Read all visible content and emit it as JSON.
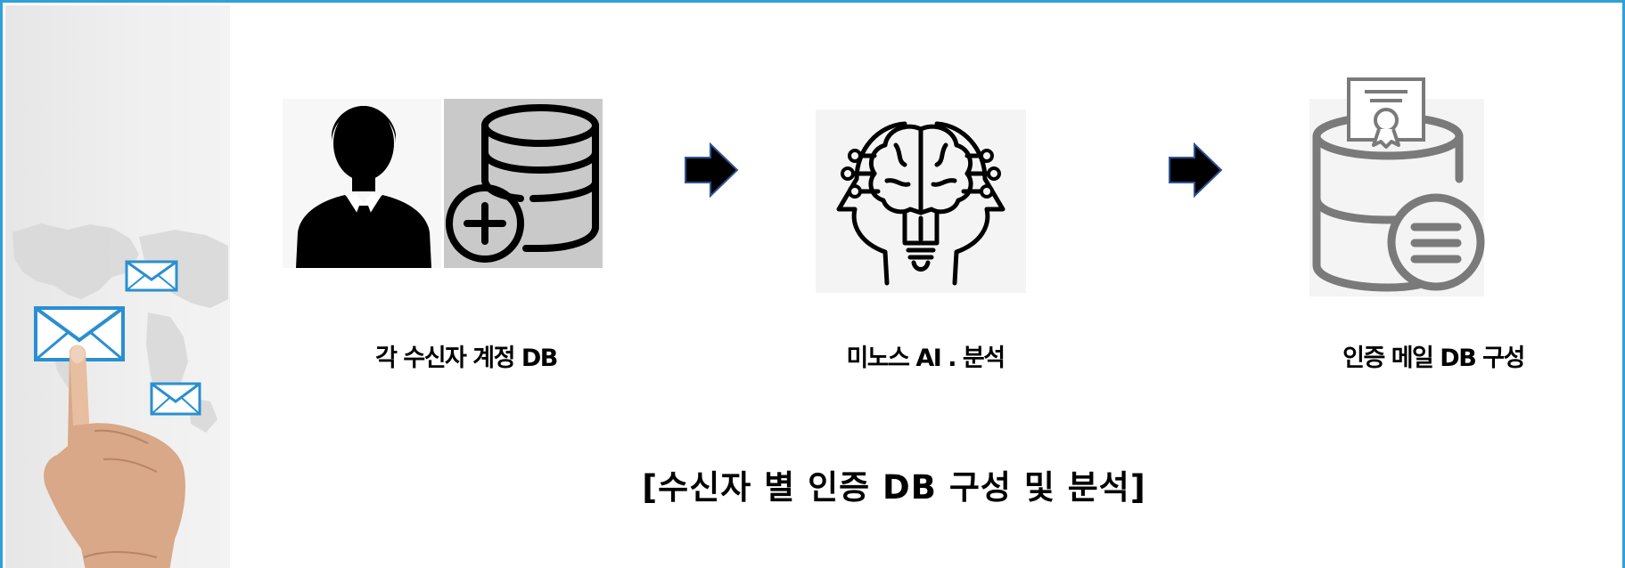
{
  "colors": {
    "frame_border": "#2fa0d8",
    "arrow_fill": "#000000",
    "arrow_outline": "#2f5597",
    "icon_gray": "#7a7a7a"
  },
  "sidebar": {
    "image": "hand-touching-mail-icons-over-world-map"
  },
  "steps": [
    {
      "caption": "각 수신자 계정 DB",
      "icons": [
        "person-silhouette-icon",
        "database-add-icon"
      ]
    },
    {
      "caption": "미노스 AI . 분석",
      "icons": [
        "ai-brain-heads-icon"
      ]
    },
    {
      "caption": "인증  메일 DB 구성",
      "icons": [
        "certificate-database-icon"
      ]
    }
  ],
  "arrows": [
    "right-arrow-icon",
    "right-arrow-icon"
  ],
  "bottom_title": "[수신자 별 인증 DB 구성 및 분석]"
}
